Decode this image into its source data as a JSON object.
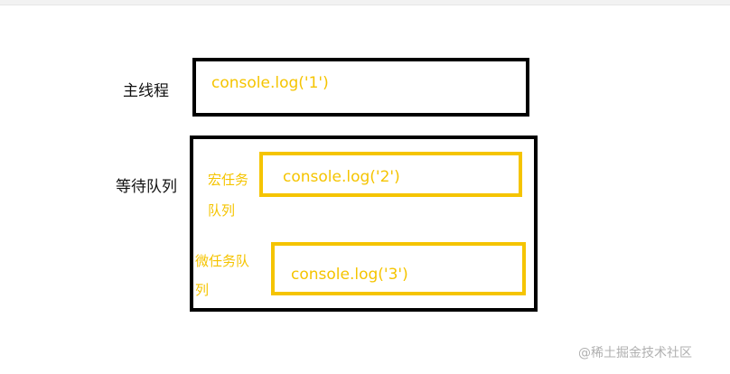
{
  "main_thread": {
    "label": "主线程",
    "code": "console.log('1')"
  },
  "waiting_queue": {
    "label": "等待队列",
    "macro_task": {
      "label_line1": "宏任务",
      "label_line2": "队列",
      "code": "console.log('2')"
    },
    "micro_task": {
      "label_line1": "微任务队",
      "label_line2": "列",
      "code": "console.log('3')"
    }
  },
  "watermark": "@稀土掘金技术社区",
  "colors": {
    "border": "#000000",
    "accent": "#f5c400",
    "text": "#111111"
  }
}
